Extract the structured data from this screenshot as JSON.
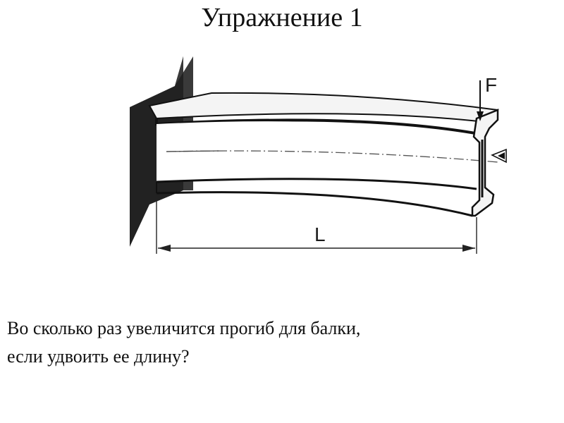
{
  "slide": {
    "title": "Упражнение 1",
    "question_lines": [
      "Во сколько раз увеличится прогиб для балки,",
      "если удвоить ее длину?"
    ]
  },
  "diagram": {
    "force_label": "F",
    "length_label": "L"
  }
}
